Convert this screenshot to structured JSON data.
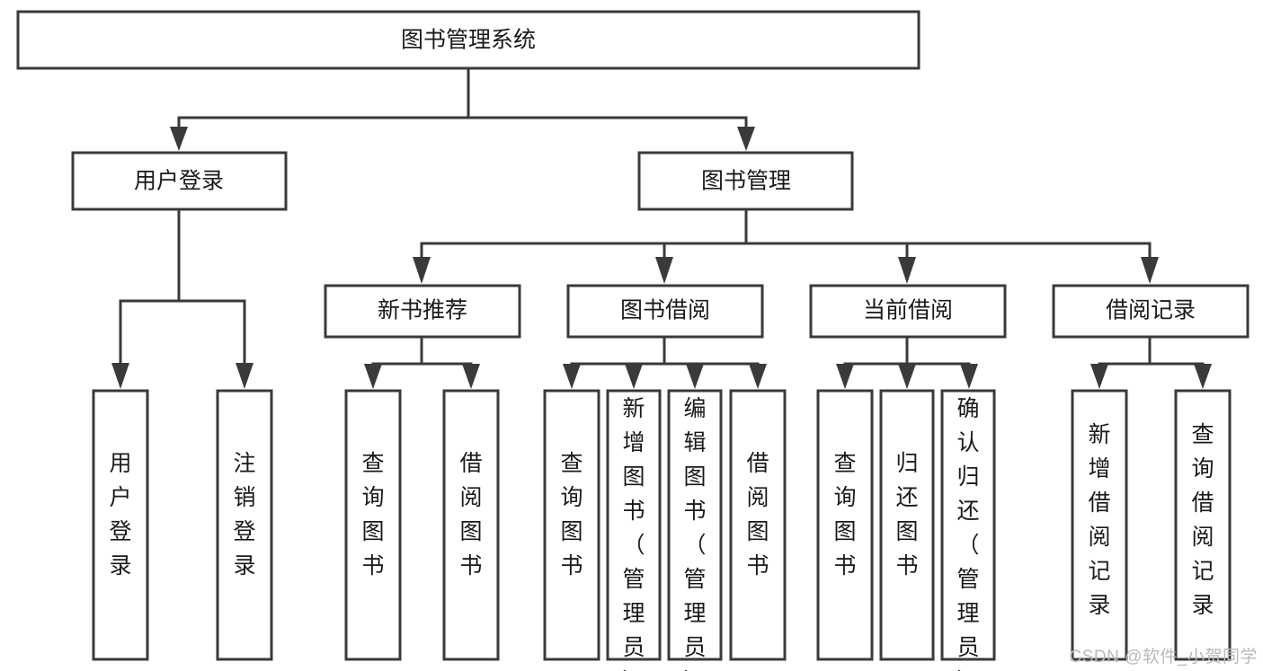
{
  "diagram": {
    "type": "tree-hierarchy",
    "root": {
      "id": "root",
      "label": "图书管理系统"
    },
    "level2": [
      {
        "id": "user-login",
        "label": "用户登录"
      },
      {
        "id": "book-manage",
        "label": "图书管理"
      }
    ],
    "level3": [
      {
        "id": "new-book-rec",
        "label": "新书推荐",
        "parent": "book-manage"
      },
      {
        "id": "book-borrow",
        "label": "图书借阅",
        "parent": "book-manage"
      },
      {
        "id": "current-borrow",
        "label": "当前借阅",
        "parent": "book-manage"
      },
      {
        "id": "borrow-record",
        "label": "借阅记录",
        "parent": "book-manage"
      }
    ],
    "leaves": [
      {
        "id": "leaf-user-login",
        "label": "用户登录",
        "parent": "user-login"
      },
      {
        "id": "leaf-logout",
        "label": "注销登录",
        "parent": "user-login"
      },
      {
        "id": "leaf-query-book-1",
        "label": "查询图书",
        "parent": "new-book-rec"
      },
      {
        "id": "leaf-borrow-book-1",
        "label": "借阅图书",
        "parent": "new-book-rec"
      },
      {
        "id": "leaf-query-book-2",
        "label": "查询图书",
        "parent": "book-borrow"
      },
      {
        "id": "leaf-add-book",
        "label": "新增图书（管理员）",
        "parent": "book-borrow"
      },
      {
        "id": "leaf-edit-book",
        "label": "编辑图书（管理员）",
        "parent": "book-borrow"
      },
      {
        "id": "leaf-borrow-book-2",
        "label": "借阅图书",
        "parent": "book-borrow"
      },
      {
        "id": "leaf-query-book-3",
        "label": "查询图书",
        "parent": "current-borrow"
      },
      {
        "id": "leaf-return-book",
        "label": "归还图书",
        "parent": "current-borrow"
      },
      {
        "id": "leaf-confirm-return",
        "label": "确认归还（管理员）",
        "parent": "current-borrow"
      },
      {
        "id": "leaf-add-record",
        "label": "新增借阅记录",
        "parent": "borrow-record"
      },
      {
        "id": "leaf-query-record",
        "label": "查询借阅记录",
        "parent": "borrow-record"
      }
    ]
  },
  "watermark": {
    "text": "CSDN @软件_小贺同学"
  },
  "colors": {
    "stroke": "#3a3a3a",
    "fill": "#ffffff",
    "text": "#1a1a1a",
    "watermark": "#b9b9b9"
  }
}
